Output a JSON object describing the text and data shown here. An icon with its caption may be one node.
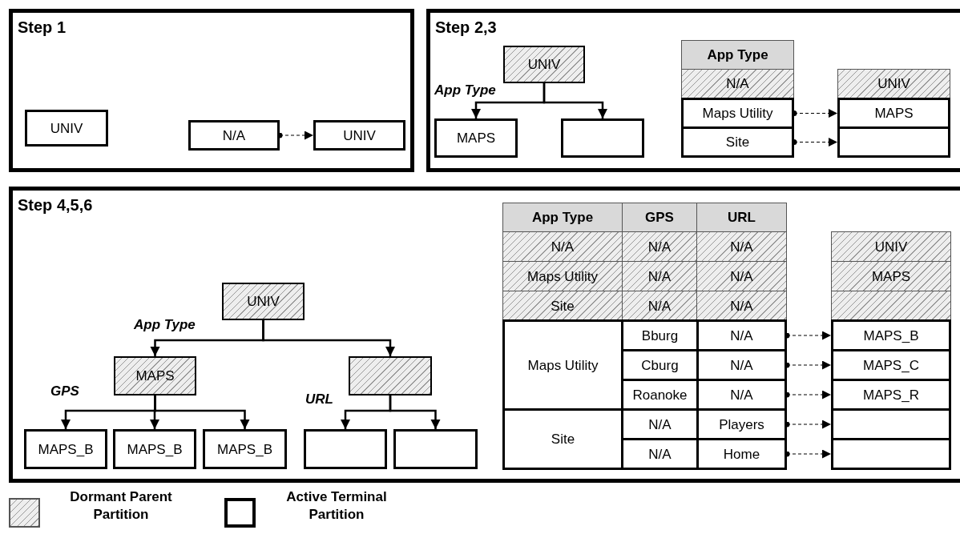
{
  "diagram": {
    "nodes": [
      {
        "text": [
          "Step 1"
        ]
      },
      {
        "text": [
          "UNIV"
        ],
        "in": 0
      },
      {
        "text": [
          "N/A"
        ],
        "in": 0
      },
      {
        "text": [
          "UNIV"
        ],
        "in": 0
      },
      {
        "text": [
          "Step 2,3"
        ]
      },
      {
        "text": [
          "UNIV"
        ],
        "in": 4
      },
      {
        "text": [
          "MAPS"
        ],
        "in": 4
      },
      {
        "text": [],
        "shape": "box",
        "in": 4
      },
      {
        "text": [
          "App Type"
        ],
        "in": 4
      },
      {
        "text": [
          "N/A"
        ],
        "in": 4
      },
      {
        "text": [
          "Maps Utility"
        ],
        "in": 4
      },
      {
        "text": [
          "Site"
        ],
        "in": 4
      },
      {
        "text": [
          "UNIV"
        ],
        "in": 4
      },
      {
        "text": [
          "MAPS"
        ],
        "in": 4
      },
      {
        "text": [],
        "shape": "box",
        "in": 4
      },
      {
        "text": [
          "Step 4,5,6"
        ]
      },
      {
        "text": [
          "UNIV"
        ],
        "in": 15
      },
      {
        "text": [
          "MAPS"
        ],
        "in": 15
      },
      {
        "text": [],
        "shape": "box",
        "in": 15
      },
      {
        "text": [
          "MAPS_B"
        ],
        "in": 15
      },
      {
        "text": [
          "MAPS_B"
        ],
        "in": 15
      },
      {
        "text": [
          "MAPS_B"
        ],
        "in": 15
      },
      {
        "text": [],
        "shape": "box",
        "in": 15
      },
      {
        "text": [],
        "shape": "box",
        "in": 15
      },
      {
        "text": [
          "App Type"
        ],
        "in": 15
      },
      {
        "text": [
          "GPS"
        ],
        "in": 15
      },
      {
        "text": [
          "URL"
        ],
        "in": 15
      },
      {
        "text": [
          "N/A"
        ],
        "in": 15
      },
      {
        "text": [
          "N/A"
        ],
        "in": 15
      },
      {
        "text": [
          "N/A"
        ],
        "in": 15
      },
      {
        "text": [
          "Maps Utility"
        ],
        "in": 15
      },
      {
        "text": [
          "N/A"
        ],
        "in": 15
      },
      {
        "text": [
          "N/A"
        ],
        "in": 15
      },
      {
        "text": [
          "Site"
        ],
        "in": 15
      },
      {
        "text": [
          "N/A"
        ],
        "in": 15
      },
      {
        "text": [
          "N/A"
        ],
        "in": 15
      },
      {
        "text": [
          "Maps Utility"
        ],
        "in": 15
      },
      {
        "text": [
          "Bburg"
        ],
        "in": 15
      },
      {
        "text": [
          "N/A"
        ],
        "in": 15
      },
      {
        "text": [
          "Cburg"
        ],
        "in": 15
      },
      {
        "text": [
          "N/A"
        ],
        "in": 15
      },
      {
        "text": [
          "Roanoke"
        ],
        "in": 15
      },
      {
        "text": [
          "N/A"
        ],
        "in": 15
      },
      {
        "text": [
          "Site"
        ],
        "in": 15
      },
      {
        "text": [
          "N/A"
        ],
        "in": 15
      },
      {
        "text": [
          "Players"
        ],
        "in": 15
      },
      {
        "text": [
          "N/A"
        ],
        "in": 15
      },
      {
        "text": [
          "Home"
        ],
        "in": 15
      },
      {
        "text": [
          "UNIV"
        ],
        "in": 15
      },
      {
        "text": [
          "MAPS"
        ],
        "in": 15
      },
      {
        "text": [],
        "shape": "box",
        "in": 15
      },
      {
        "text": [
          "MAPS_B"
        ],
        "in": 15
      },
      {
        "text": [
          "MAPS_C"
        ],
        "in": 15
      },
      {
        "text": [
          "MAPS_R"
        ],
        "in": 15
      },
      {
        "text": [],
        "shape": "box",
        "in": 15
      },
      {
        "text": [],
        "shape": "box",
        "in": 15
      }
    ],
    "edges": [
      {
        "from": 2,
        "to": 3,
        "arrow": "to",
        "style": "dashed"
      },
      {
        "from": 5,
        "to": 6,
        "arrow": "to",
        "label": "App Type"
      },
      {
        "from": 5,
        "to": 7,
        "arrow": "to"
      },
      {
        "from": 10,
        "to": 13,
        "arrow": "to",
        "style": "dashed"
      },
      {
        "from": 11,
        "to": 14,
        "arrow": "to",
        "style": "dashed"
      },
      {
        "from": 16,
        "to": 17,
        "arrow": "to",
        "label": "App Type"
      },
      {
        "from": 16,
        "to": 18,
        "arrow": "to"
      },
      {
        "from": 17,
        "to": 19,
        "arrow": "to",
        "label": "GPS"
      },
      {
        "from": 17,
        "to": 20,
        "arrow": "to"
      },
      {
        "from": 17,
        "to": 21,
        "arrow": "to"
      },
      {
        "from": 18,
        "to": 22,
        "arrow": "to",
        "label": "URL"
      },
      {
        "from": 18,
        "to": 23,
        "arrow": "to"
      },
      {
        "from": 38,
        "to": 51,
        "arrow": "to",
        "style": "dashed"
      },
      {
        "from": 40,
        "to": 52,
        "arrow": "to",
        "style": "dashed"
      },
      {
        "from": 42,
        "to": 53,
        "arrow": "to",
        "style": "dashed"
      },
      {
        "from": 45,
        "to": 54,
        "arrow": "to",
        "style": "dashed"
      },
      {
        "from": 47,
        "to": 55,
        "arrow": "to",
        "style": "dashed"
      }
    ],
    "legend": [
      {
        "text": "Dormant Parent Partition"
      },
      {
        "text": "Active Terminal Partition"
      }
    ]
  }
}
